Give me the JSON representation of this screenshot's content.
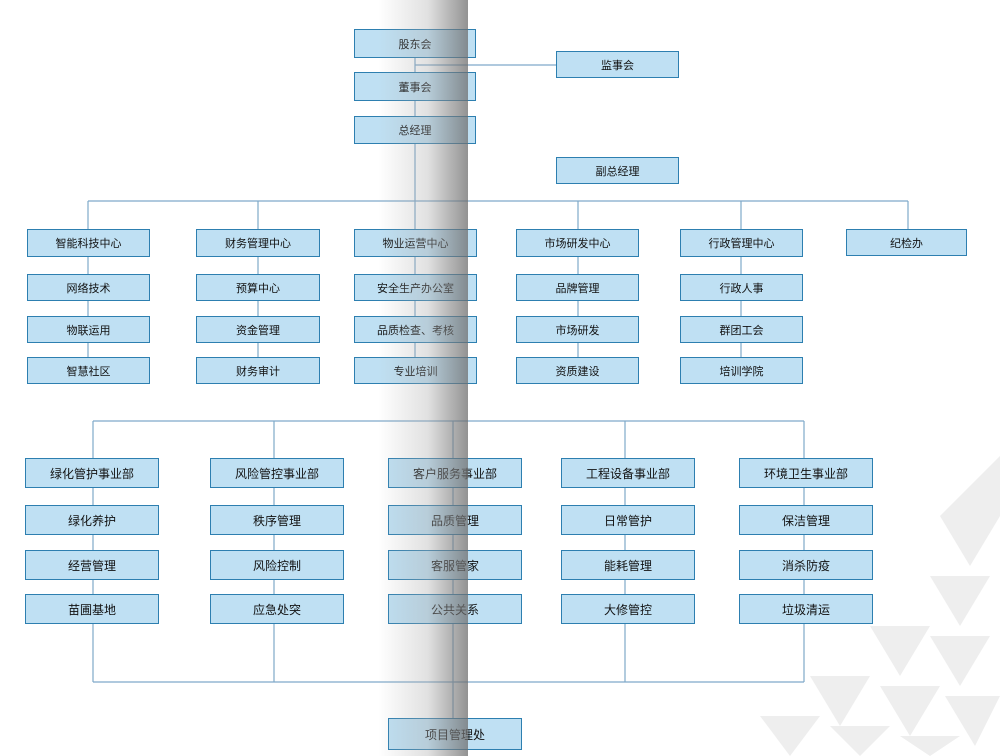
{
  "chart": {
    "top": {
      "shareholders": "股东会",
      "board": "董事会",
      "supervisors": "监事会",
      "gm": "总经理",
      "deputy_gm": "副总经理"
    },
    "centers": [
      {
        "title": "智能科技中心",
        "items": [
          "网络技术",
          "物联运用",
          "智慧社区"
        ]
      },
      {
        "title": "财务管理中心",
        "items": [
          "预算中心",
          "资金管理",
          "财务审计"
        ]
      },
      {
        "title": "物业运营中心",
        "items": [
          "安全生产办公室",
          "品质检查、考核",
          "专业培训"
        ]
      },
      {
        "title": "市场研发中心",
        "items": [
          "品牌管理",
          "市场研发",
          "资质建设"
        ]
      },
      {
        "title": "行政管理中心",
        "items": [
          "行政人事",
          "群团工会",
          "培训学院"
        ]
      },
      {
        "title": "纪检办",
        "items": []
      }
    ],
    "divisions": [
      {
        "title": "绿化管护事业部",
        "items": [
          "绿化养护",
          "经营管理",
          "苗圃基地"
        ]
      },
      {
        "title": "风险管控事业部",
        "items": [
          "秩序管理",
          "风险控制",
          "应急处突"
        ]
      },
      {
        "title": "客户服务事业部",
        "items": [
          "品质管理",
          "客服管家",
          "公共关系"
        ]
      },
      {
        "title": "工程设备事业部",
        "items": [
          "日常管护",
          "能耗管理",
          "大修管控"
        ]
      },
      {
        "title": "环境卫生事业部",
        "items": [
          "保洁管理",
          "消杀防疫",
          "垃圾清运"
        ]
      }
    ],
    "project_office": "项目管理处"
  },
  "colors": {
    "box_fill": "#bfe0f3",
    "box_border": "#2d7fb0",
    "connector": "#7fa9c9"
  }
}
